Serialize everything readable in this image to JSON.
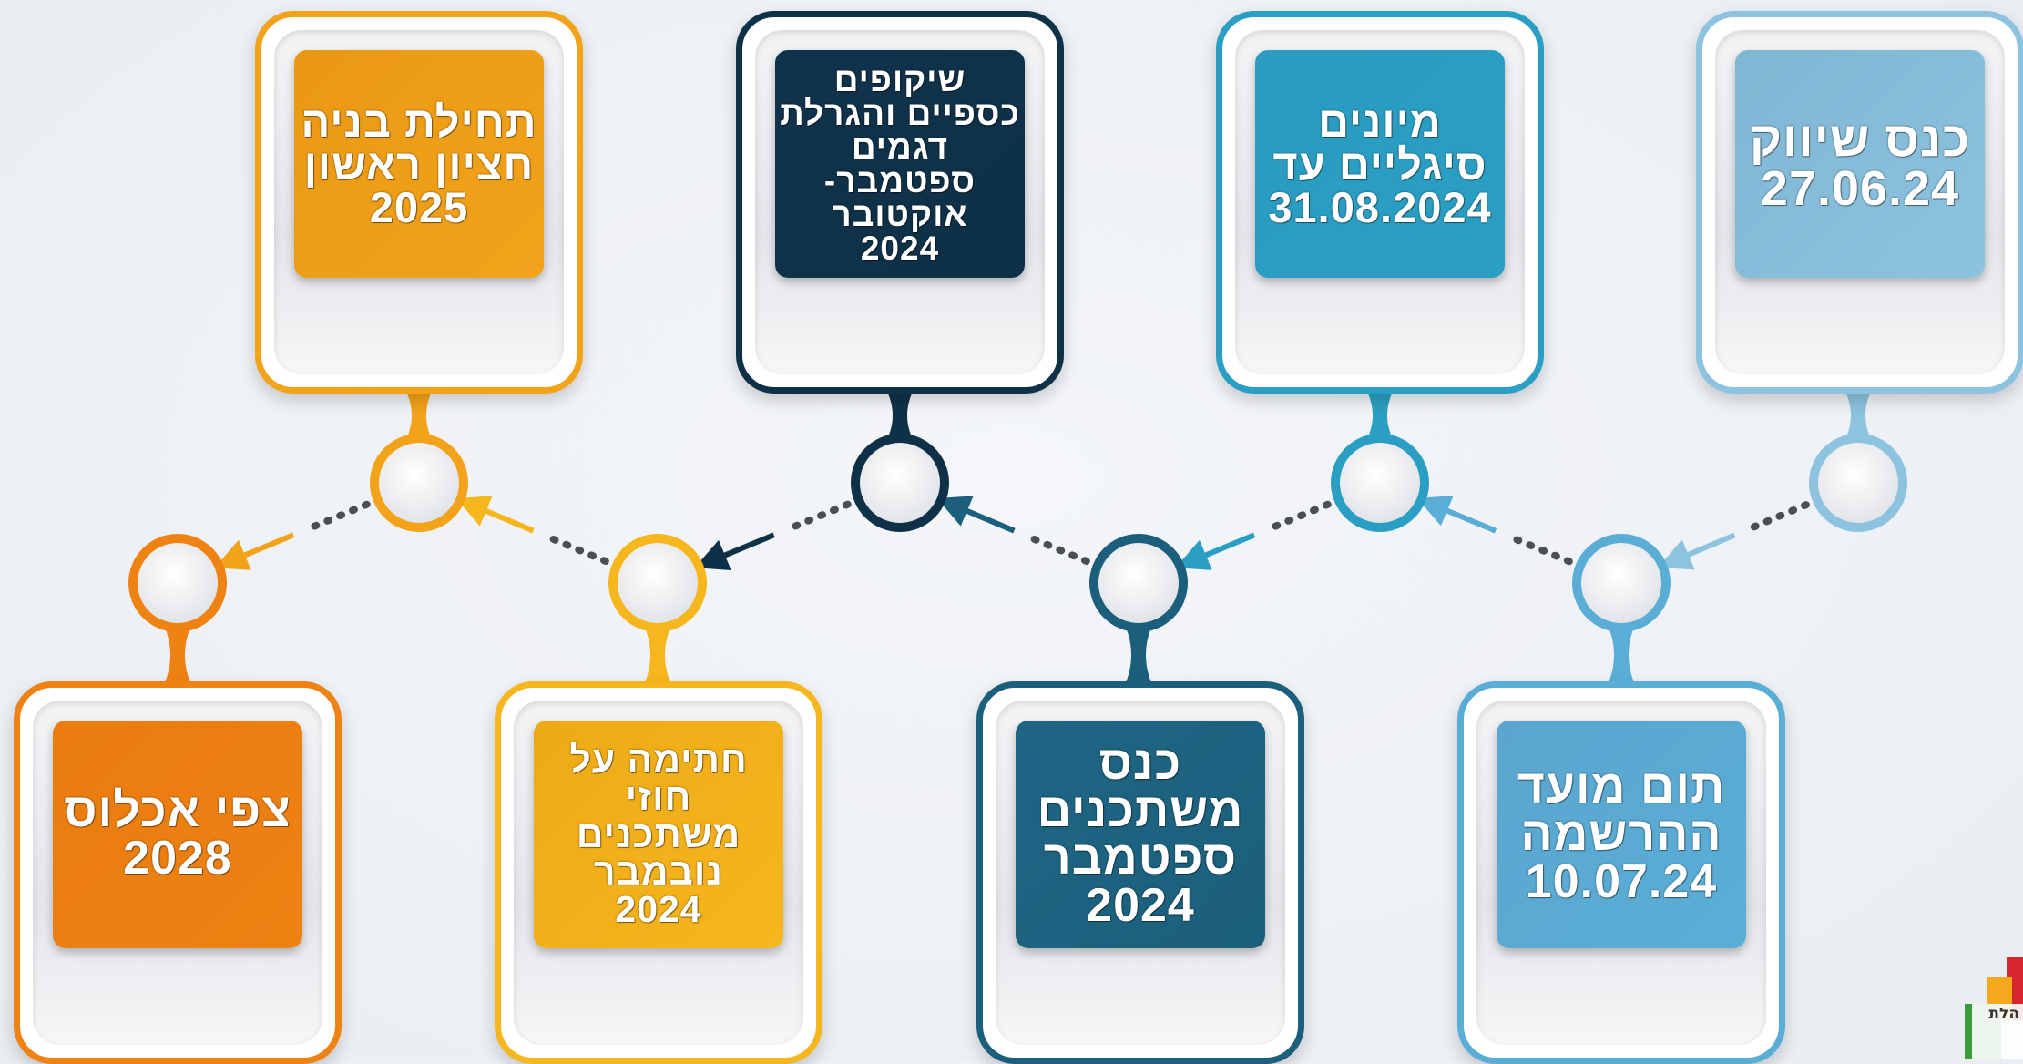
{
  "timeline": {
    "steps": [
      {
        "text": "כנס שיווק\n27.06.24",
        "color": "#8dc3df",
        "box_color": "#7fb6d3"
      },
      {
        "text": "תום מועד\nההרשמה\n10.07.24",
        "color": "#5aaed6",
        "box_color": "#5aa6cf"
      },
      {
        "text": "מיונים\nסיגליים עד\n31.08.2024",
        "color": "#2a9fc3",
        "box_color": "#2b9bc0"
      },
      {
        "text": "כנס\nמשתכנים\nספטמבר\n2024",
        "color": "#1b5f7c",
        "box_color": "#1f6684"
      },
      {
        "text": "שיקופים\nכספיים והגרלת\nדגמים\nספטמבר-\nאוקטובר\n2024",
        "color": "#0f3148",
        "box_color": "#10324a"
      },
      {
        "text": "חתימה על\nחוזי\nמשתכנים\nנובמבר\n2024",
        "color": "#f6b61d",
        "box_color": "#edaa16"
      },
      {
        "text": "תחילת בניה\nחציון ראשון\n2025",
        "color": "#f2a31a",
        "box_color": "#ea9814"
      },
      {
        "text": "צפי אכלוס\n2028",
        "color": "#ee8213",
        "box_color": "#ea7c10"
      }
    ]
  },
  "logo": {
    "label": "הלת",
    "colors": [
      "#d8262e",
      "#f3a91b",
      "#3a9b3c"
    ]
  }
}
